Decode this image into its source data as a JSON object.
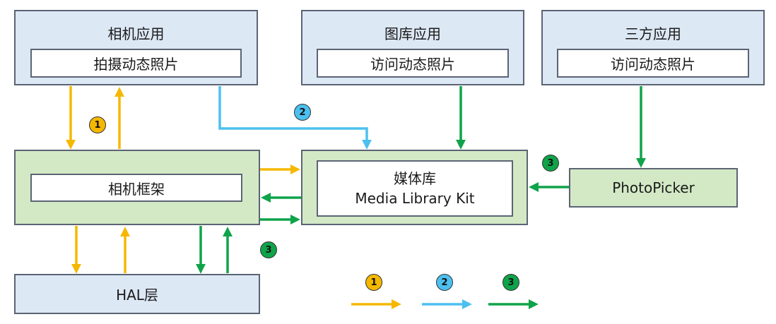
{
  "colors": {
    "flow1": "#f5b800",
    "flow2": "#4cc0ef",
    "flow3": "#0fa34a",
    "app_box": "#dde8f5",
    "service_box": "#d3e9c6"
  },
  "camera_app": {
    "title": "相机应用",
    "action": "拍摄动态照片"
  },
  "gallery_app": {
    "title": "图库应用",
    "action": "访问动态照片"
  },
  "third_party_app": {
    "title": "三方应用",
    "action": "访问动态照片"
  },
  "camera_framework": {
    "label": "相机框架"
  },
  "media_library": {
    "label_cn": "媒体库",
    "label_en": "Media Library Kit"
  },
  "photo_picker": {
    "label": "PhotoPicker"
  },
  "hal": {
    "label": "HAL层"
  },
  "badges": {
    "one": "1",
    "two": "2",
    "three": "3"
  },
  "legend": [
    {
      "badge": "1",
      "color": "#f5b800"
    },
    {
      "badge": "2",
      "color": "#4cc0ef"
    },
    {
      "badge": "3",
      "color": "#0fa34a"
    }
  ]
}
